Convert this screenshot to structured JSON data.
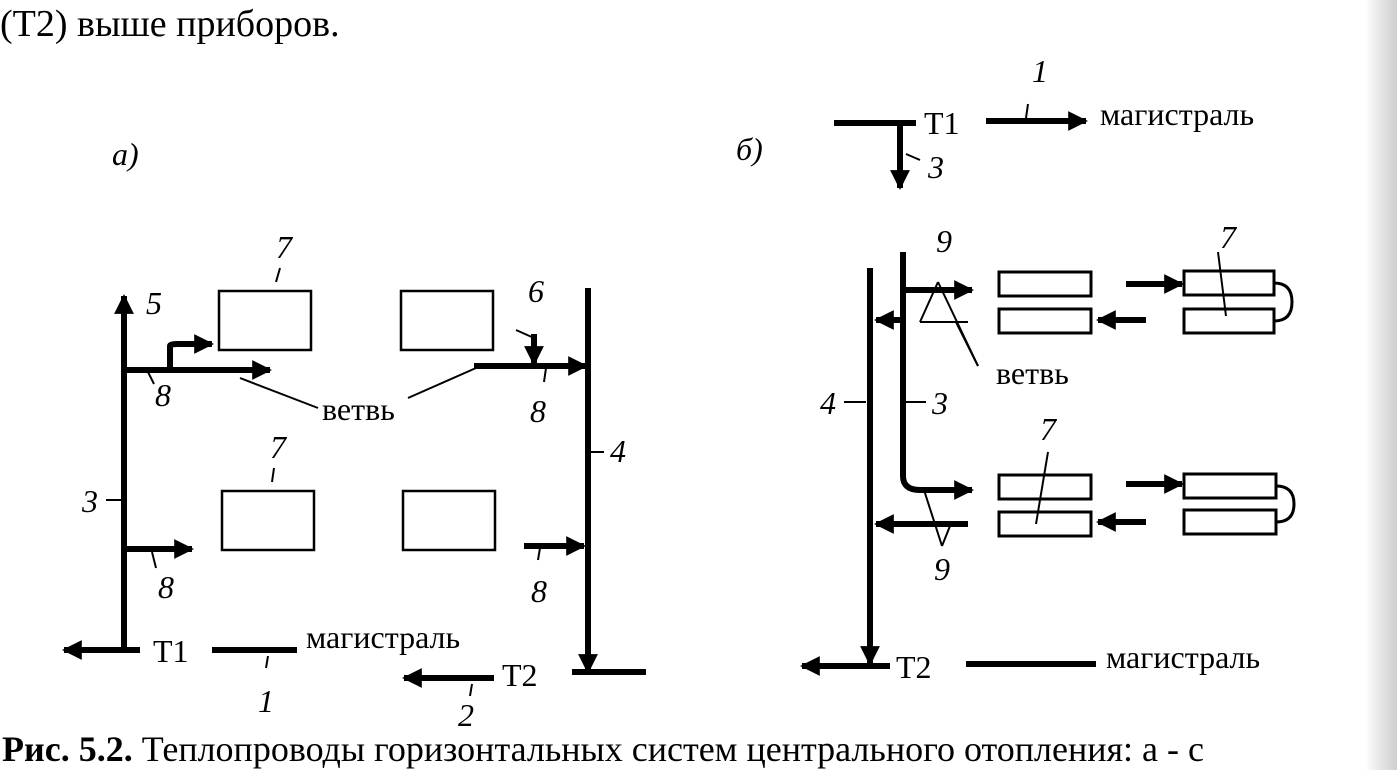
{
  "top_text": "(Т2) выше приборов.",
  "caption": {
    "prefix": "Рис. 5.2.",
    "text": " Теплопроводы горизонтальных систем центрального отопления: а - с"
  },
  "diagram_a": {
    "title": "а)",
    "branch_label": "ветвь",
    "supply_label": "Т1",
    "return_label": "Т2",
    "main_label": "магистраль",
    "callouts": {
      "riser_supply": "3",
      "riser_return": "4",
      "valve_left": "5",
      "valve_right": "6",
      "device_top": "7",
      "device_mid": "7",
      "branch_tl": "8",
      "branch_tr": "8",
      "branch_bl": "8",
      "branch_br": "8",
      "main_supply": "1",
      "main_return": "2"
    }
  },
  "diagram_b": {
    "title": "б)",
    "supply_label": "Т1",
    "supply_main_label": "магистраль",
    "branch_label": "ветвь",
    "return_label": "Т2",
    "return_main_label": "магистраль",
    "callouts": {
      "main_supply": "1",
      "riser_top": "3",
      "riser_mid": "3",
      "riser_return": "4",
      "valve_top": "9",
      "valve_bottom": "9",
      "device_top": "7",
      "device_bottom": "7"
    }
  }
}
